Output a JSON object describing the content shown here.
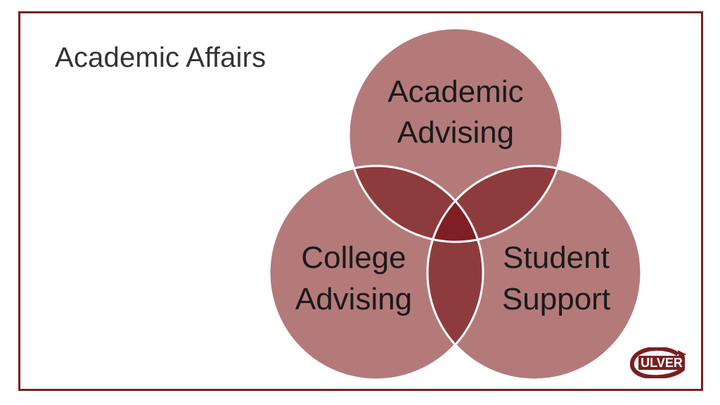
{
  "slide": {
    "title": "Academic Affairs"
  },
  "diagram": {
    "circles": [
      {
        "line1": "Academic",
        "line2": "Advising"
      },
      {
        "line1": "College",
        "line2": "Advising"
      },
      {
        "line1": "Student",
        "line2": "Support"
      }
    ]
  },
  "logo": {
    "text": "ULVER"
  },
  "colors": {
    "circle_fill": "#b47a7a",
    "overlap_two": "#8e3b3e",
    "overlap_center": "#7f1e23",
    "frame": "#7a1f22"
  }
}
